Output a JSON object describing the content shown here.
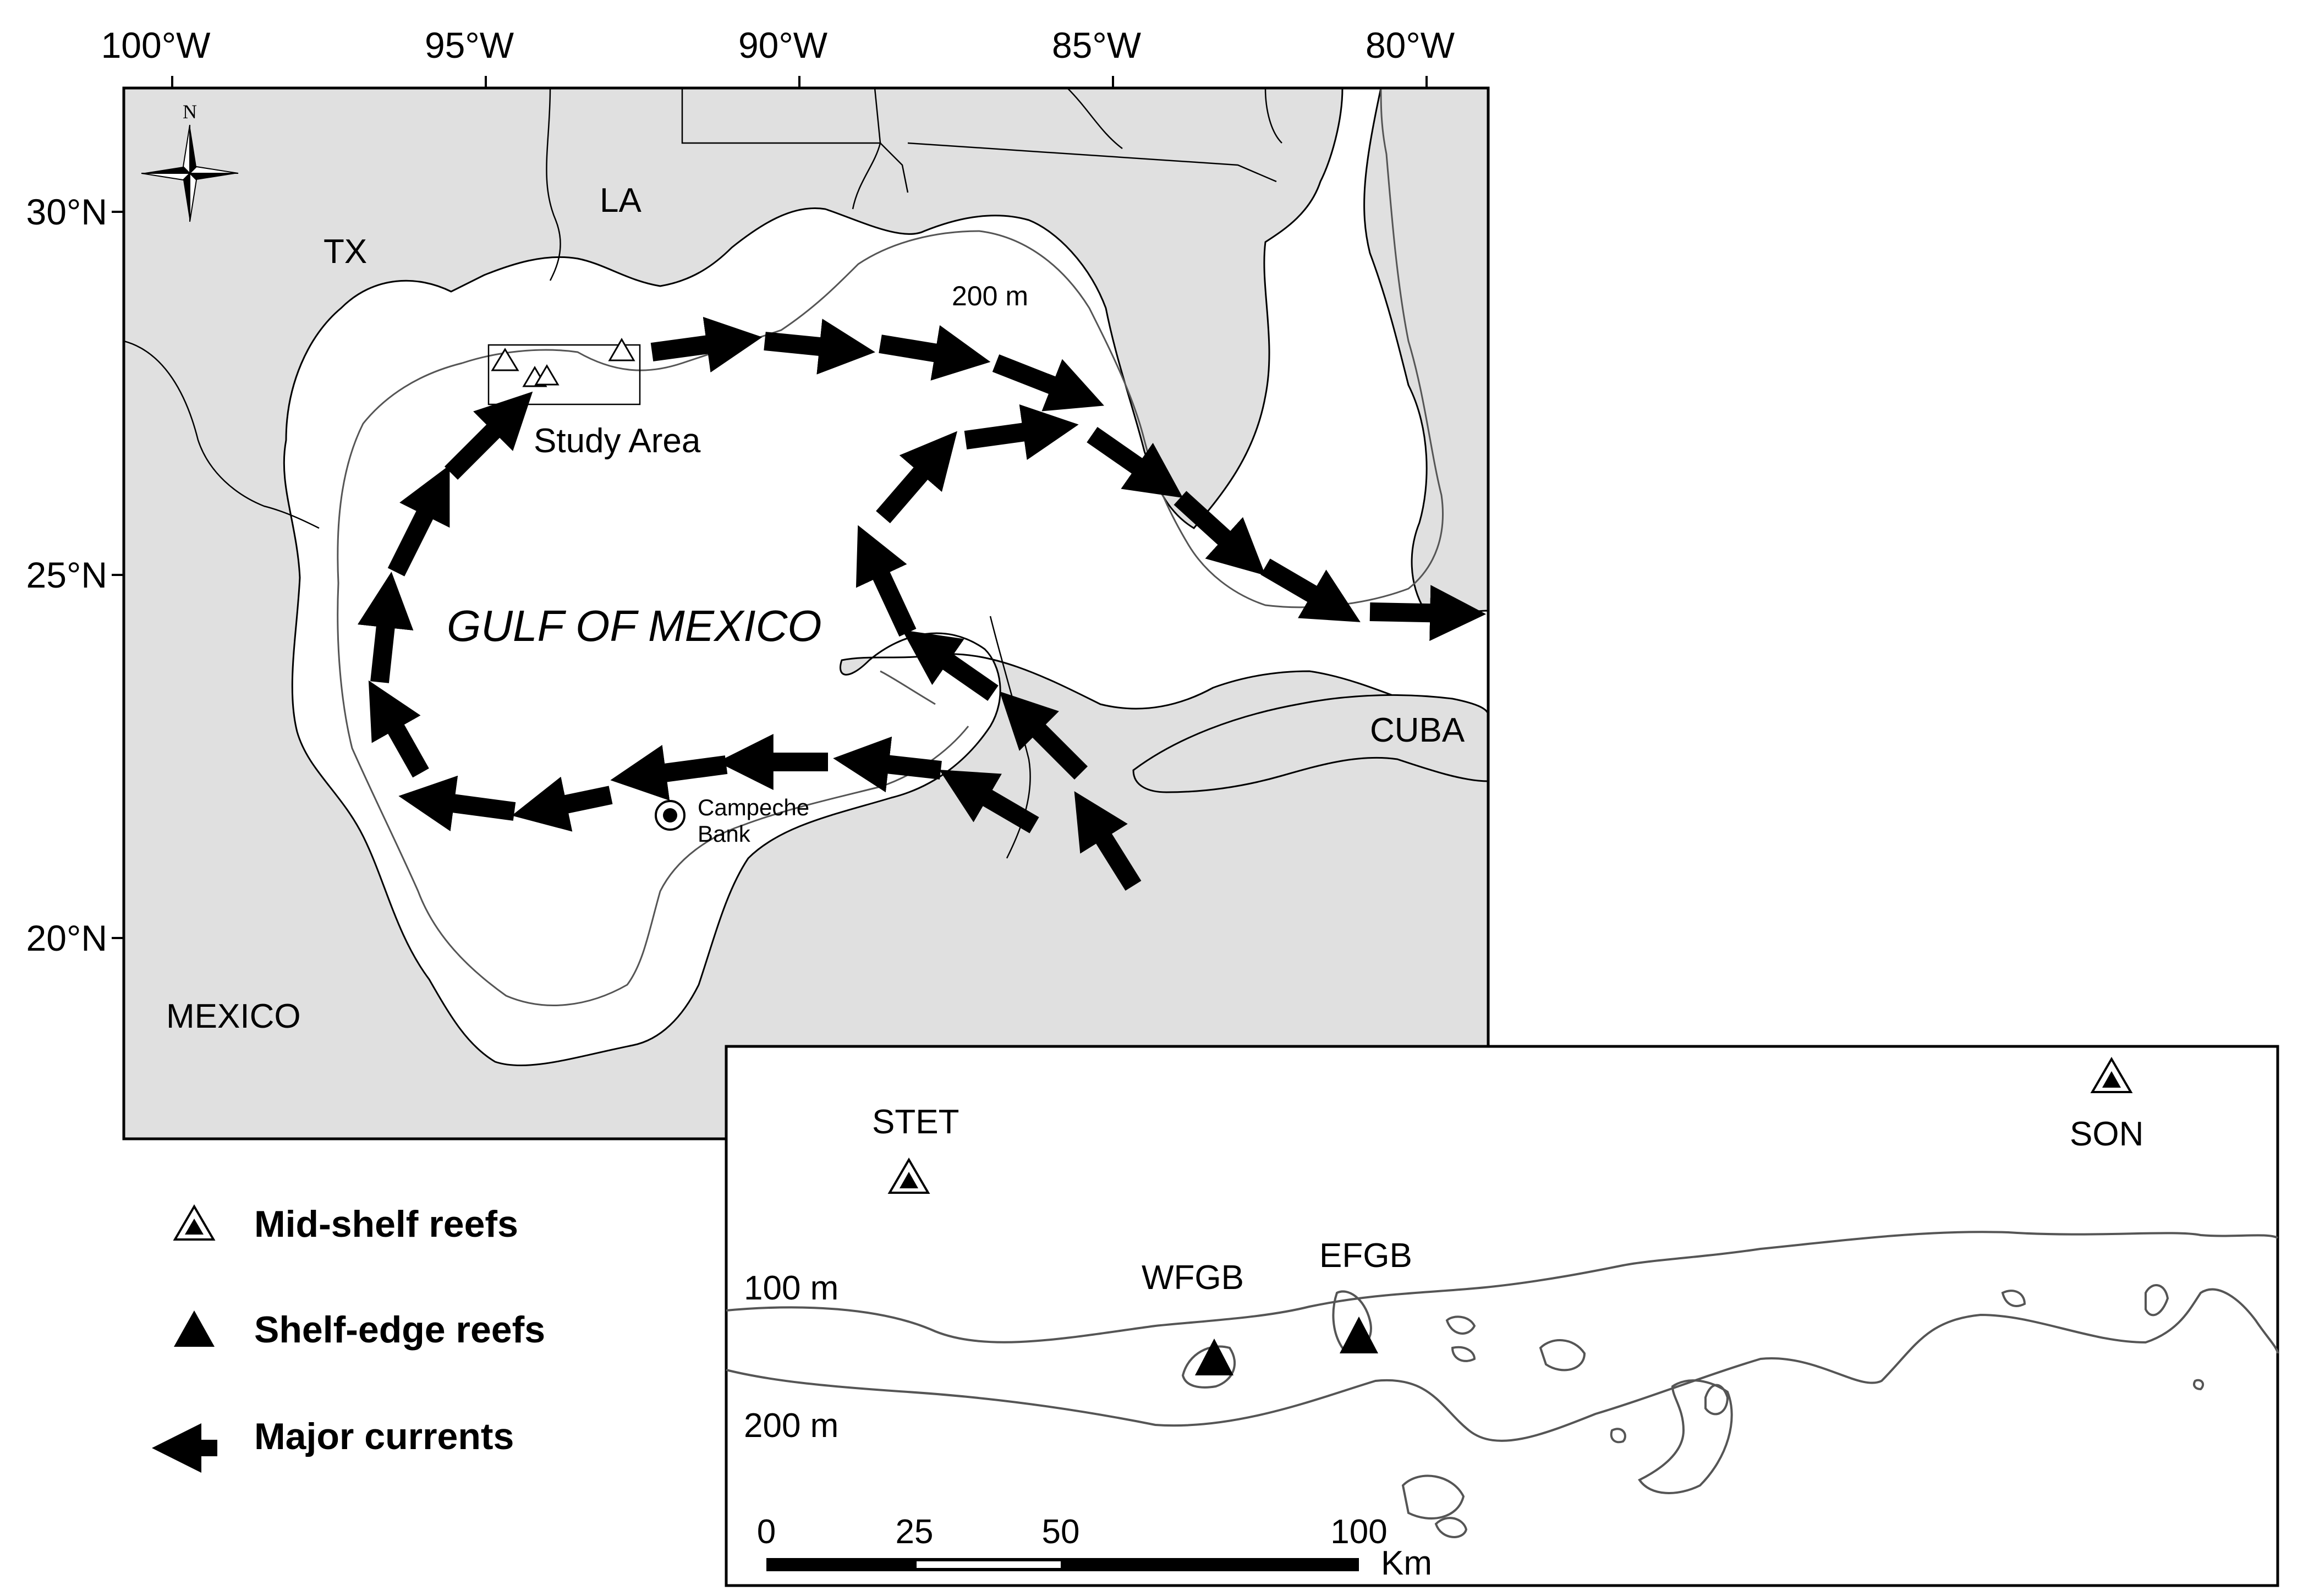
{
  "main_map": {
    "lon_ticks": [
      "100°W",
      "95°W",
      "90°W",
      "85°W",
      "80°W"
    ],
    "lat_ticks": [
      "30°N",
      "25°N",
      "20°N"
    ],
    "labels": {
      "tx": "TX",
      "la": "LA",
      "mexico": "MEXICO",
      "cuba": "CUBA",
      "gulf": "GULF OF MEXICO",
      "study_area": "Study Area",
      "isobath_200": "200 m",
      "campeche_line1": "Campeche",
      "campeche_line2": "Bank"
    },
    "compass_north": "N"
  },
  "legend": {
    "items": [
      {
        "symbol": "outlined-triangle",
        "label": "Mid-shelf reefs"
      },
      {
        "symbol": "solid-triangle",
        "label": "Shelf-edge reefs"
      },
      {
        "symbol": "arrow",
        "label": "Major currents"
      }
    ]
  },
  "inset": {
    "sites": {
      "stet": "STET",
      "son": "SON",
      "wfgb": "WFGB",
      "efgb": "EFGB"
    },
    "isobaths": {
      "depth_100": "100 m",
      "depth_200": "200 m"
    },
    "scale_bar": {
      "ticks": [
        "0",
        "25",
        "50",
        "100"
      ],
      "unit": "Km"
    }
  },
  "colors": {
    "land": "#e0e0e0",
    "water": "#ffffff",
    "outline": "#000000",
    "contour": "#555555"
  }
}
